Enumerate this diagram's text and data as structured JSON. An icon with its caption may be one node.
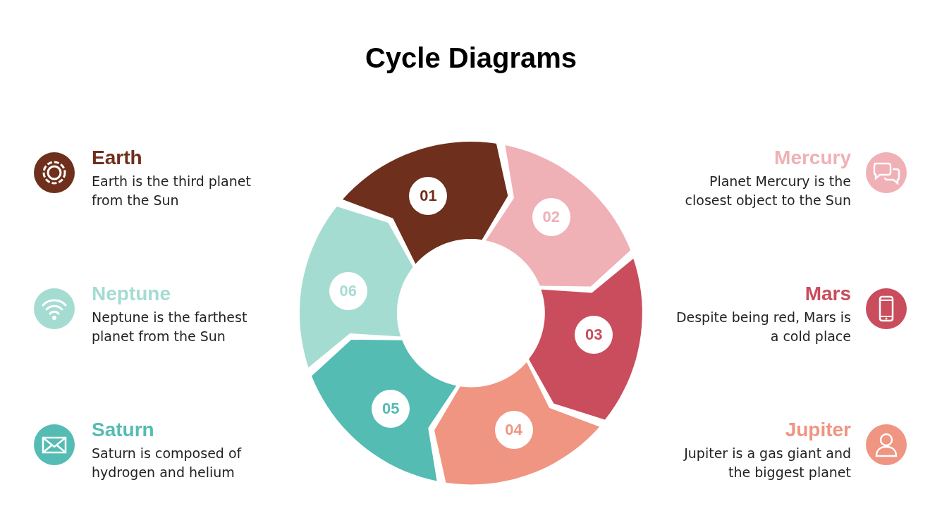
{
  "diagram": {
    "title": "Cycle Diagrams",
    "nodes": [
      {
        "text": [
          "01"
        ]
      },
      {
        "text": [
          "02"
        ]
      },
      {
        "text": [
          "03"
        ]
      },
      {
        "text": [
          "04"
        ]
      },
      {
        "text": [
          "05"
        ]
      },
      {
        "text": [
          "06"
        ]
      }
    ],
    "labels": [
      "Earth",
      "Earth is the third planet from the Sun",
      "Mercury",
      "Planet Mercury is the closest object to the Sun",
      "Neptune",
      "Neptune is the farthest planet from the Sun",
      "Mars",
      "Despite being red, Mars is a cold place",
      "Saturn",
      "Saturn is composed of hydrogen and helium",
      "Jupiter",
      "Jupiter is a gas giant and the biggest planet"
    ]
  }
}
